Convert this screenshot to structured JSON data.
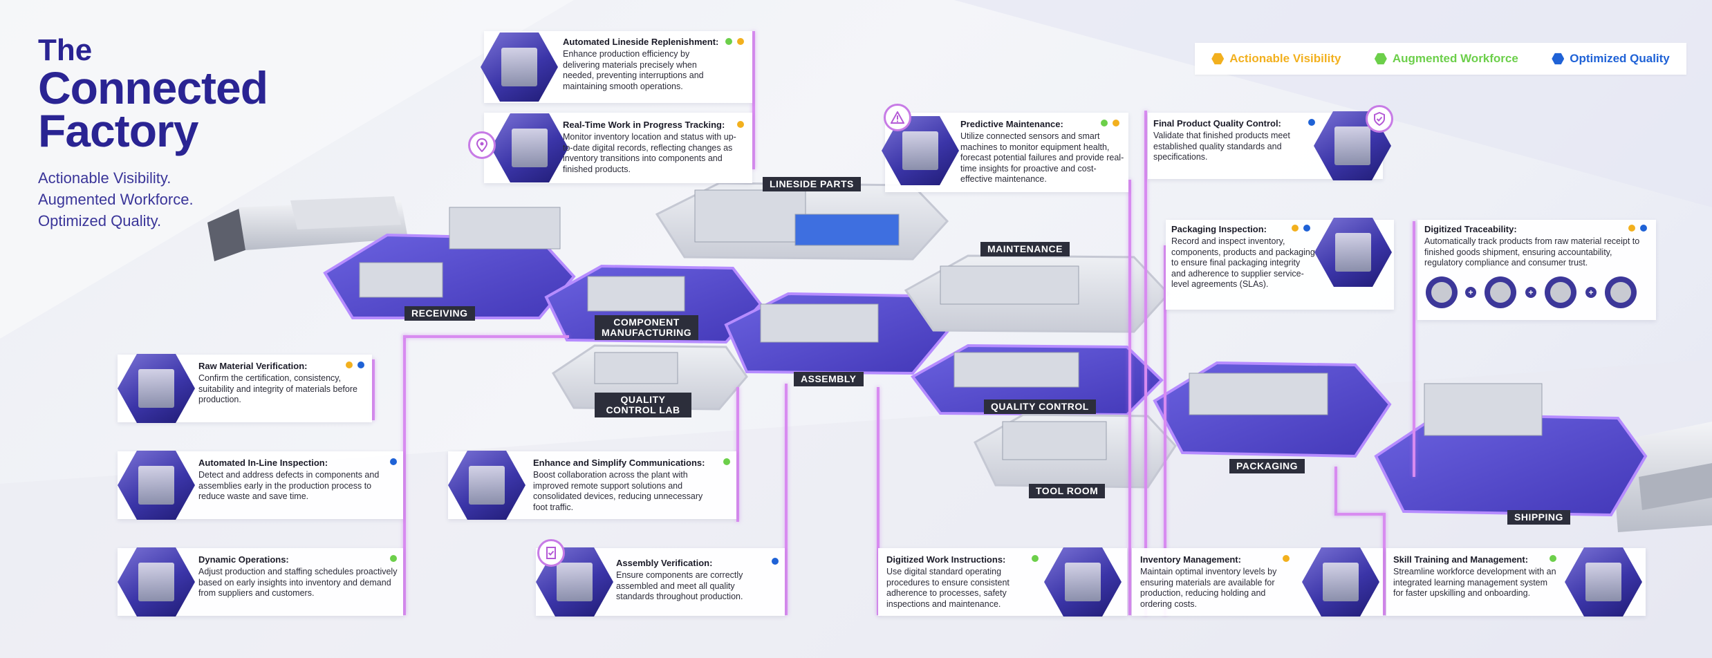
{
  "title": {
    "the": "The",
    "line1": "Connected",
    "line2": "Factory"
  },
  "tagline": [
    "Actionable Visibility.",
    "Augmented Workforce.",
    "Optimized Quality."
  ],
  "colors": {
    "brand": "#2a2493",
    "visibility": "#f2b01e",
    "workforce": "#6ccf4a",
    "quality": "#1f62d6",
    "connector": "#d88bf0",
    "floor": "#5a4fd8"
  },
  "legend": [
    {
      "label": "Actionable Visibility",
      "color": "#f2b01e"
    },
    {
      "label": "Augmented Workforce",
      "color": "#6ccf4a"
    },
    {
      "label": "Optimized Quality",
      "color": "#1f62d6"
    }
  ],
  "zones": {
    "receiving": "RECEIVING",
    "component": "COMPONENT MANUFACTURING",
    "lineside": "LINESIDE PARTS",
    "maintenance": "MAINTENANCE",
    "qclab": "QUALITY CONTROL LAB",
    "assembly": "ASSEMBLY",
    "qc": "QUALITY CONTROL",
    "toolroom": "TOOL ROOM",
    "packaging": "PACKAGING",
    "shipping": "SHIPPING"
  },
  "cards": {
    "lineside": {
      "title": "Automated Lineside Replenishment:",
      "body": "Enhance production efficiency by delivering materials precisely when needed, preventing interruptions and maintaining smooth operations."
    },
    "wip": {
      "title": "Real-Time Work in Progress Tracking:",
      "body": "Monitor inventory location and status with up-to-date digital records, reflecting changes as inventory transitions into components and finished products."
    },
    "predictive": {
      "title": "Predictive Maintenance:",
      "body": "Utilize connected sensors and smart machines to monitor equipment health, forecast potential failures and provide real-time insights for proactive and cost-effective maintenance."
    },
    "finalqc": {
      "title": "Final Product Quality Control:",
      "body": "Validate that finished products meet established quality standards and specifications."
    },
    "packinsp": {
      "title": "Packaging Inspection:",
      "body": "Record and inspect inventory, components, products and packaging to ensure final packaging integrity and adherence to supplier service-level agreements (SLAs)."
    },
    "trace": {
      "title": "Digitized Traceability:",
      "body": "Automatically track products from raw material receipt to finished goods shipment, ensuring accountability, regulatory compliance and consumer trust."
    },
    "raw": {
      "title": "Raw Material Verification:",
      "body": "Confirm the certification, consistency, suitability and integrity of materials before production."
    },
    "inline": {
      "title": "Automated In-Line Inspection:",
      "body": "Detect and address defects in components and assemblies early in the production process to reduce waste and save time."
    },
    "dynamic": {
      "title": "Dynamic Operations:",
      "body": "Adjust production and staffing schedules proactively based on early insights into inventory and demand from suppliers and customers."
    },
    "comms": {
      "title": "Enhance and Simplify Communications:",
      "body": "Boost collaboration across the plant with improved remote support solutions and consolidated devices, reducing unnecessary foot traffic."
    },
    "assembly": {
      "title": "Assembly Verification:",
      "body": "Ensure components are correctly assembled and meet all quality standards throughout production."
    },
    "workinst": {
      "title": "Digitized Work Instructions:",
      "body": "Use digital standard operating procedures to ensure consistent adherence to processes, safety inspections and maintenance."
    },
    "inventory": {
      "title": "Inventory Management:",
      "body": "Maintain optimal inventory levels by ensuring materials are available for production, reducing holding and ordering costs."
    },
    "skill": {
      "title": "Skill Training and Management:",
      "body": "Streamline workforce development with an integrated learning management system for faster upskilling and onboarding."
    }
  }
}
